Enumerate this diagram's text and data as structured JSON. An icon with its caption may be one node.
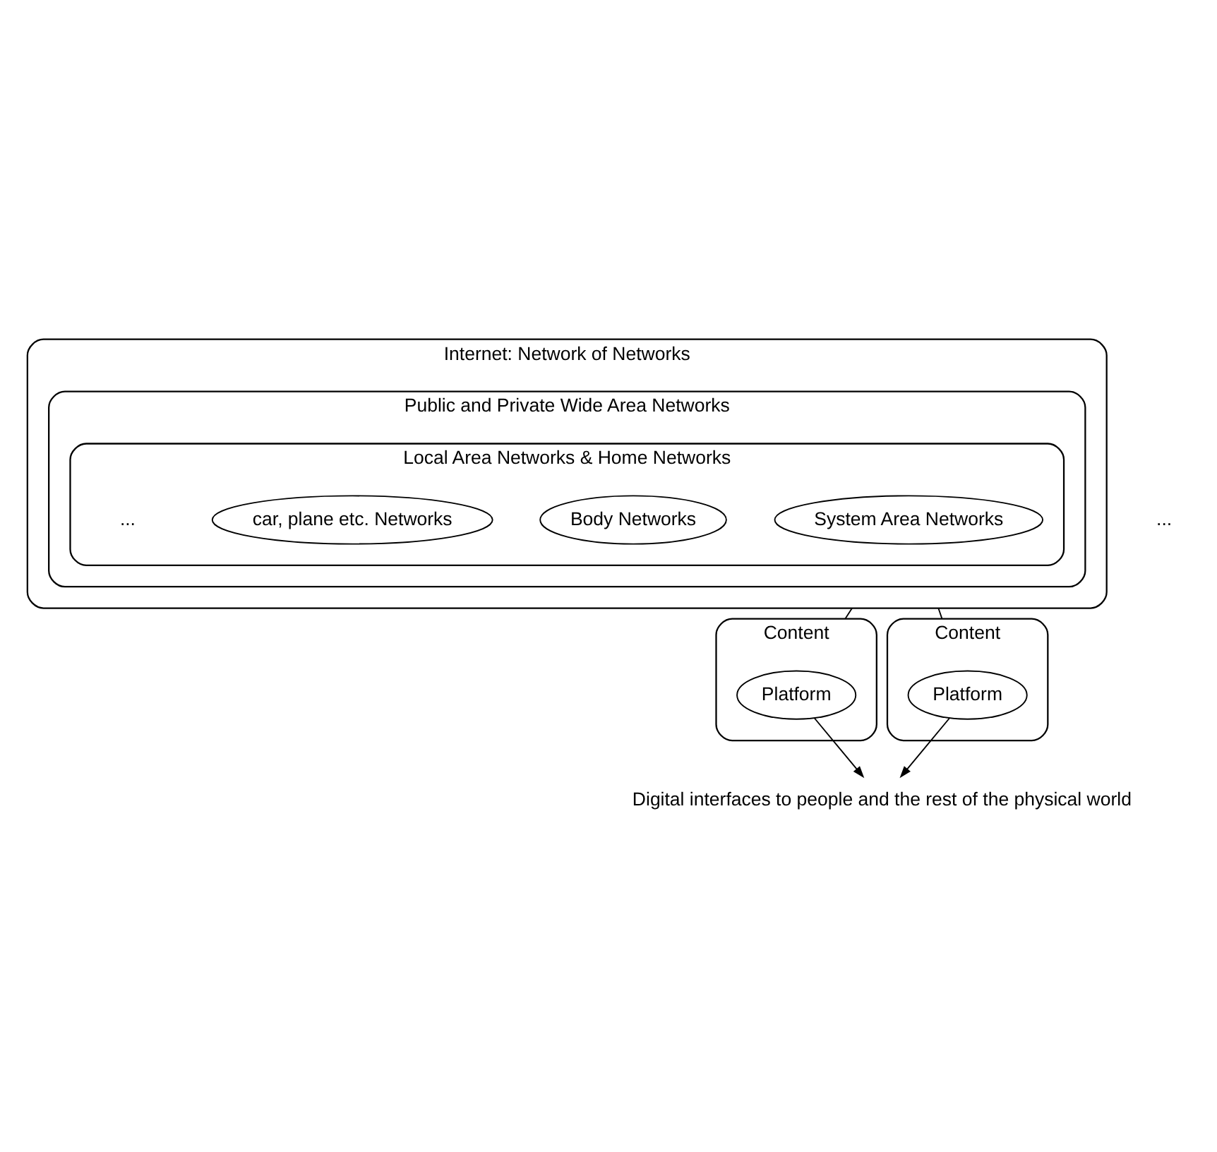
{
  "diagram": {
    "nodes": [
      {
        "text": [
          "Internet: Network of Networks"
        ]
      },
      {
        "text": [
          "Public and Private Wide Area Networks"
        ],
        "in": 0
      },
      {
        "text": [
          "Local Area Networks & Home Networks"
        ],
        "in": 1
      },
      {
        "text": [
          "System Area Networks"
        ],
        "in": 2
      },
      {
        "text": [
          "Body Networks"
        ],
        "in": 2
      },
      {
        "text": [
          "car, plane etc. Networks"
        ],
        "in": 2
      },
      {
        "text": [
          "Content"
        ]
      },
      {
        "text": [
          "Platform"
        ],
        "in": 6
      },
      {
        "text": [
          "Content"
        ]
      },
      {
        "text": [
          "Platform"
        ],
        "in": 8
      },
      {
        "text": [
          "Digital interfaces to people and the rest of the physical world"
        ]
      }
    ],
    "edges": [
      {
        "from": 0,
        "to": 6,
        "arrow": "none"
      },
      {
        "from": 0,
        "to": 8,
        "arrow": "none"
      },
      {
        "from": 7,
        "to": 10,
        "arrow": "to"
      },
      {
        "from": 9,
        "to": 10,
        "arrow": "to"
      }
    ],
    "labels": [
      "...",
      "..."
    ]
  }
}
